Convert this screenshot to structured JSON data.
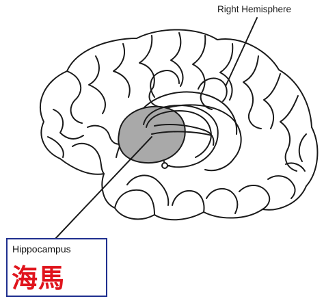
{
  "labels": {
    "right_hemisphere": "Right Hemisphere",
    "hippocampus_en": "Hippocampus",
    "hippocampus_jp": "海馬"
  },
  "colors": {
    "outline": "#1a1a1a",
    "hippocampus_fill": "#a9a9a9",
    "box_border": "#1f2f8f",
    "jp_text": "#e0141c"
  },
  "icons": {
    "brain": "brain-illustration",
    "hippocampus": "hippocampus-shape"
  }
}
